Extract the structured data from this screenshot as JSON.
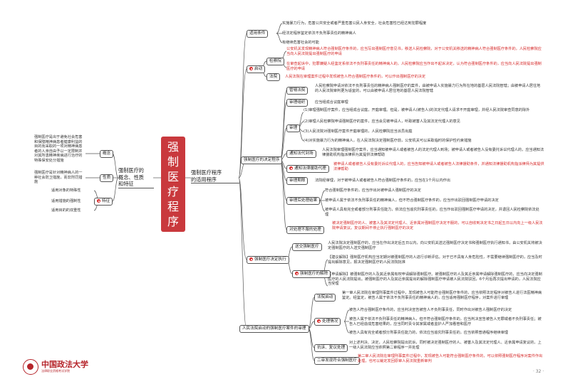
{
  "central": {
    "chars": [
      "强",
      "制",
      "医",
      "疗",
      "程",
      "序"
    ]
  },
  "branch_concept": {
    "label": "强制医疗的\n概念、性质\n和特征"
  },
  "branch_procedure": {
    "label": "强制医疗程序\n的适用程序"
  },
  "left": {
    "concept_box": "概念",
    "concept_text": "强制医疗是出于避免社会危害和保障精神病患者健康利益的目的而采取的一项对精神病患者的人身自由予以一定限制并对其所患精神疾病进行治疗的特殊保安处分措施",
    "nature_box": "性质",
    "nature_text": "强制医疗是针对精神病人的一种社会防卫措施，而非刑罚措施",
    "feature_box": "特征",
    "features": [
      "适用对象的特殊性",
      "适用措施的强制性",
      "适用目的的双重性"
    ]
  },
  "scope": {
    "box": "适用条件",
    "items": [
      "实施暴力行为，危害公共安全或者严重危害公民人身安全，社会危害性已经达到犯罪程度",
      "经法定程序鉴定依法不负刑事责任的精神病人",
      "有继续危害社会的可能"
    ]
  },
  "start": {
    "box": "启动",
    "procuratorate_box": "检察院",
    "procuratorate_items": [
      "公安机关发现精神病人符合强制医疗条件的，应当写出强制医疗意见书，移送人民检察院，对于公安机关移送的精神病人符合强制医疗条件的，人民检察院应当向人民法院提出强制医疗的申请",
      "在审查起诉中，犯罪嫌疑人经鉴定系依法不负刑事责任的精神病人的，人民检察院应当作出不起诉决定，认为符合强制医疗条件的，应当向人民法院提出强制医疗的申请"
    ],
    "court_box": "法院",
    "court_text": "人民法院在审理案件过程中发现被告人符合强制医疗条件的，可以作出强制医疗的决定"
  },
  "decision": {
    "box": "强制医疗的决定程序",
    "jurisdiction_box": "管辖法院",
    "jurisdiction_text": "人民检察院申请对依法不负刑事责任的精神病人强制医疗的案件，由被申请人实施暴力行为所在地的基层人民法院管辖；由被申请人居住地的人民法院审判更为适宜的，可以由被申请人居住地的基层人民法院管辖",
    "org_box": "审理组织",
    "org_text": "应当组成合议庭审理",
    "trial_box": "审理",
    "trial_items": [
      "(1)审理强制医疗案件，应当组成合议庭，开庭审理。但是，被申请人(被告人)的法定代理人请求不开庭审理，并经人民法院审查同意的除外",
      "(2)审理人民检察院申请强制医疗的案件，应当会见被申请人，听取被害人及其法定代理人的意见",
      "(3)人民法院对强制医疗案件开庭审理的，人民检察院应当派员出庭",
      "(4)对实施暴力行为的精神病人，在人民法院决定强制医疗前，公安机关可以采取临时的保护性约束措施"
    ],
    "notice_box": "通知法代到场",
    "notice_text": "人民法院审理强制医疗案件，应当通知被申请人或者被告人的法定代理人到场；被申请人或者被告人没有委托诉讼代理人的，应当通知法律援助机构指派律师为其提供法律帮助",
    "aid_box": "通知法律援助代理",
    "aid_text": "被申请人或者被告人没有委托诉讼代理人的，应当告知被申请人或者被告人法律援助条件，并通知法律援助机构指派律师为其提供法律帮助",
    "period_box": "审理期限",
    "period_text": "法院经审理，对于被申请人或者被告人符合强制医疗条件的，应当在1个月以内作出",
    "result_box": "审理后处理结果",
    "result_items": [
      "符合强制医疗条件的，应当作出对被申请人强制医疗的决定",
      "被申请人属于依法不负刑事责任的精神病人，但不符合强制医疗条件的，应当作出驳回强制医疗申请的决定",
      "被申请人具有完全或者部分刑事责任能力，依法应当追究刑事责任的，应当作出驳回强制医疗申请的决定，并退回人民检察院依法处理"
    ],
    "dissatisfied_box": "对处理不服的处理",
    "dissatisfied_text": "被决定强制医疗的人、被害人及其法定代理人、近亲属对强制医疗决定不服的，可以自收到决定书之日起五日以内向上一级人民法院申请复议。复议期间不停止执行强制医疗的决定"
  },
  "execution": {
    "box": "强制医疗决定执行",
    "delivery_box": "送交强制医疗",
    "delivery_text": "人民法院决定强制医疗的，应当在作出决定后五日以内，向公安机关送达强制医疗决定书和强制医疗执行通知书，由公安机关将被决定强制医疗的人送交强制医疗",
    "release_box": "强制医疗的解除",
    "release_items": [
      "【建议解除】强制医疗机构应当定期对被强制医疗的人进行诊断评估。对于已不具有人身危险性，不需要继续强制医疗的，应当及时提出解除意见，报决定强制医疗的人民法院批准",
      "【申请解除】被强制医疗的人及其近亲属有权申请解除强制医疗。被强制医疗的人及其近亲属申请解除强制医疗的，应当向决定强制医疗的人民法院提出。被强制医疗的人及其近亲属提出的解除强制医疗申请被人民法院驳回，6个月后再次提出申请的，人民法院应当受理"
    ]
  },
  "trial_case": {
    "box": "人民法院启动的强制医疗案件的审理",
    "initiate_box": "法院启动",
    "initiate_text": "第一审人民法院在审理刑事案件过程中，发现被告人可能符合强制医疗条件的，应当依照法定程序对被告人进行法医精神病鉴定。经鉴定，被告人属于依法不负刑事责任的精神病人的，应当适用强制医疗程序，对案件进行审理",
    "handle_box": "处理情况",
    "handle_items": [
      "被告人符合强制医疗条件的，应当判决宣告被告人不负刑事责任，同时作出对被告人强制医疗的决定",
      "被告人属于依法不负刑事责任的精神病人，但不符合强制医疗条件的，应当判决宣告被告人无罪或者不负刑事责任；被告人已经造成危害结果的，应当同时责令其家属或者监护人严加看管和医疗",
      "被告人具有完全或者部分刑事责任能力的，依法应当追究刑事责任的，应当依照普通程序继续审理"
    ],
    "appeal_box": "抗诉、复议处理",
    "appeal_text": "对上述判决、决定，人民检察院提出抗诉，同时被决定强制医疗的人、被害人及其法定代理人、近亲属申请复议的，上一级人民法院应当依照第二审程序一并处理",
    "second_box": "二审发现符合强制医疗",
    "second_text": "第二审人民法院在审理刑事案件过程中，发现被告人可能符合强制医疗条件的，可以依照强制医疗程序对案件作出处理，也可以裁定发回原审人民法院重新审判"
  },
  "footer": {
    "logo_text": "中国政法大学",
    "logo_sub": "法律职业资格考试学院",
    "page": "· 32 ·"
  }
}
